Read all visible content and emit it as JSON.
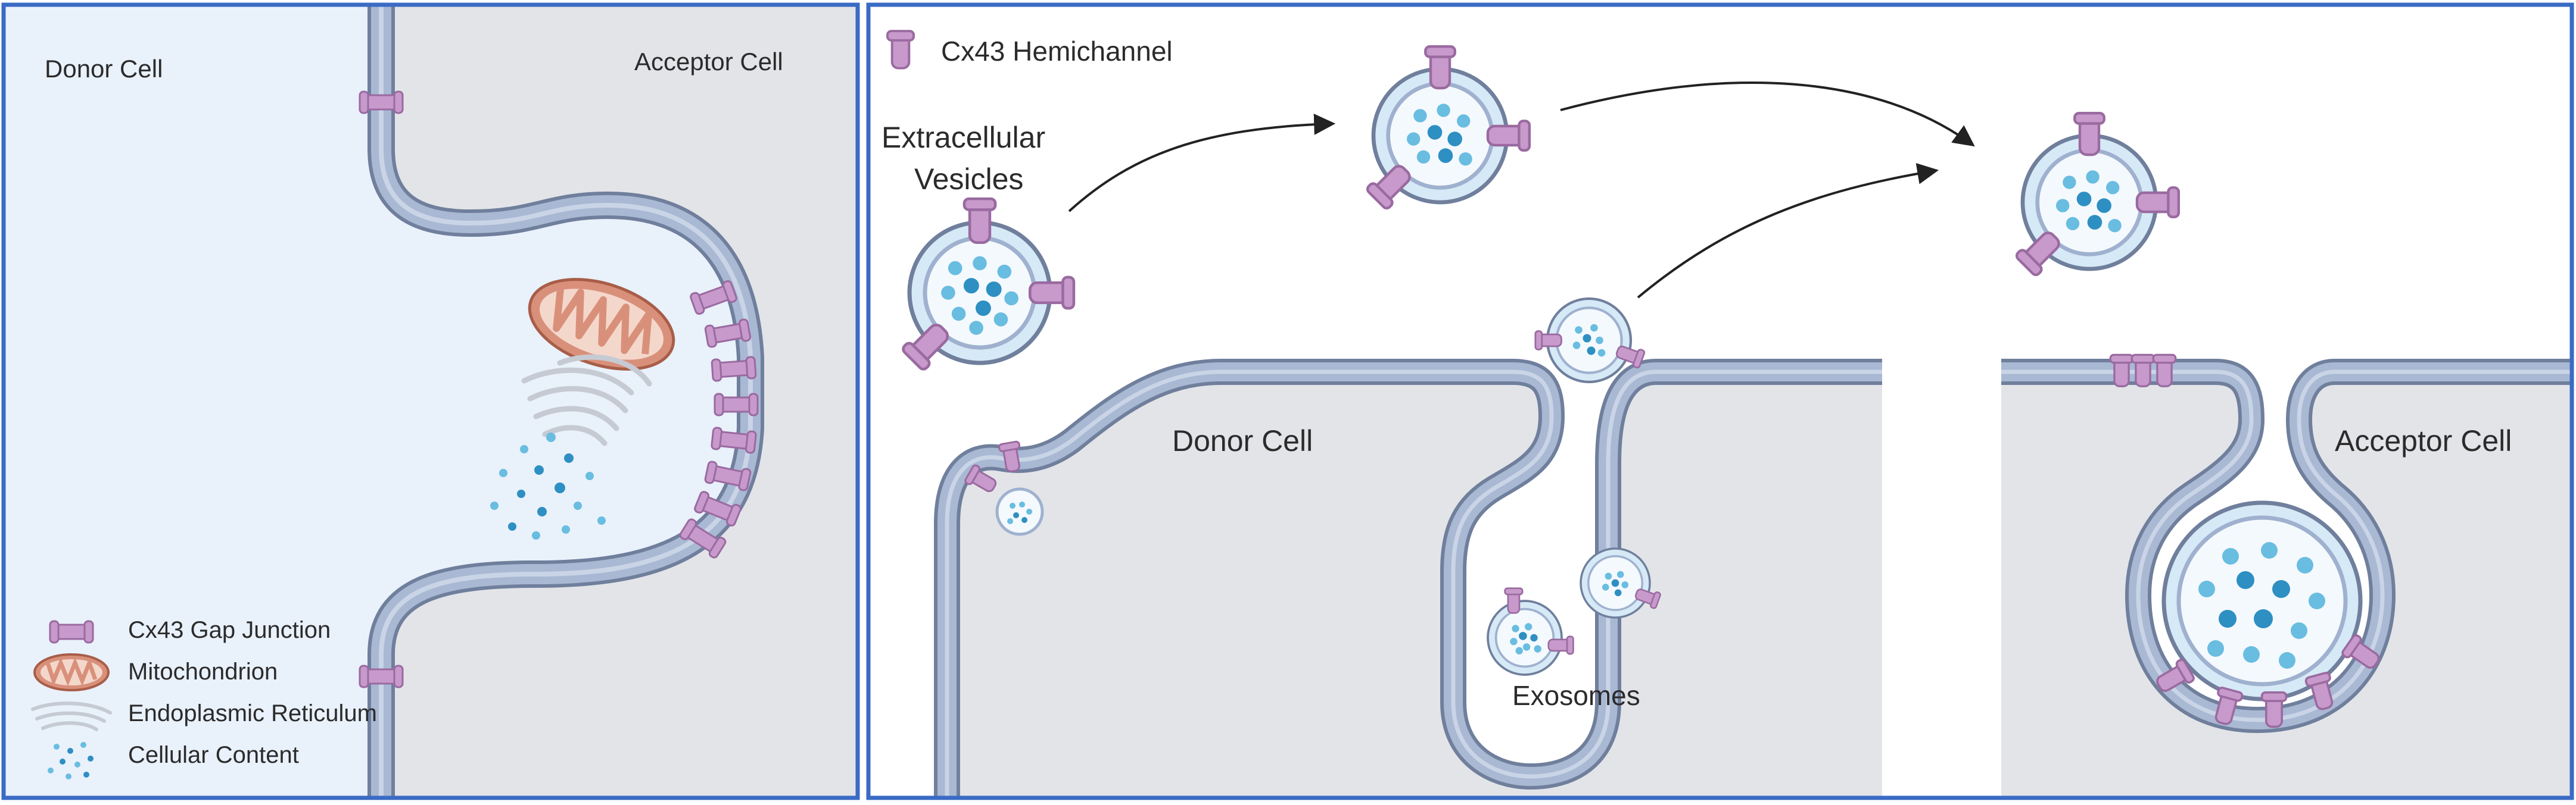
{
  "left_panel": {
    "donor_label": "Donor Cell",
    "acceptor_label": "Acceptor Cell",
    "legend": [
      {
        "label": "Cx43 Gap Junction",
        "icon": "gap-junction-icon"
      },
      {
        "label": "Mitochondrion",
        "icon": "mitochondrion-icon"
      },
      {
        "label": "Endoplasmic Reticulum",
        "icon": "endoplasmic-reticulum-icon"
      },
      {
        "label": "Cellular Content",
        "icon": "cellular-content-icon"
      }
    ]
  },
  "right_panel": {
    "legend_label": "Cx43 Hemichannel",
    "ev_label_line1": "Extracellular",
    "ev_label_line2": "Vesicles",
    "donor_label": "Donor Cell",
    "acceptor_label": "Acceptor Cell",
    "exosomes_label": "Exosomes"
  },
  "colors": {
    "panel_border": "#3a6bc4",
    "donor_bg": "#e9f1fb",
    "acceptor_bg": "#e3e4e8",
    "membrane": "#a9b8d3",
    "membrane_edge": "#6f7f9c",
    "connexin": "#c79acb",
    "content_dark": "#2e8fc2",
    "content_light": "#69bde0",
    "mitochondrion": "#d9907a"
  }
}
